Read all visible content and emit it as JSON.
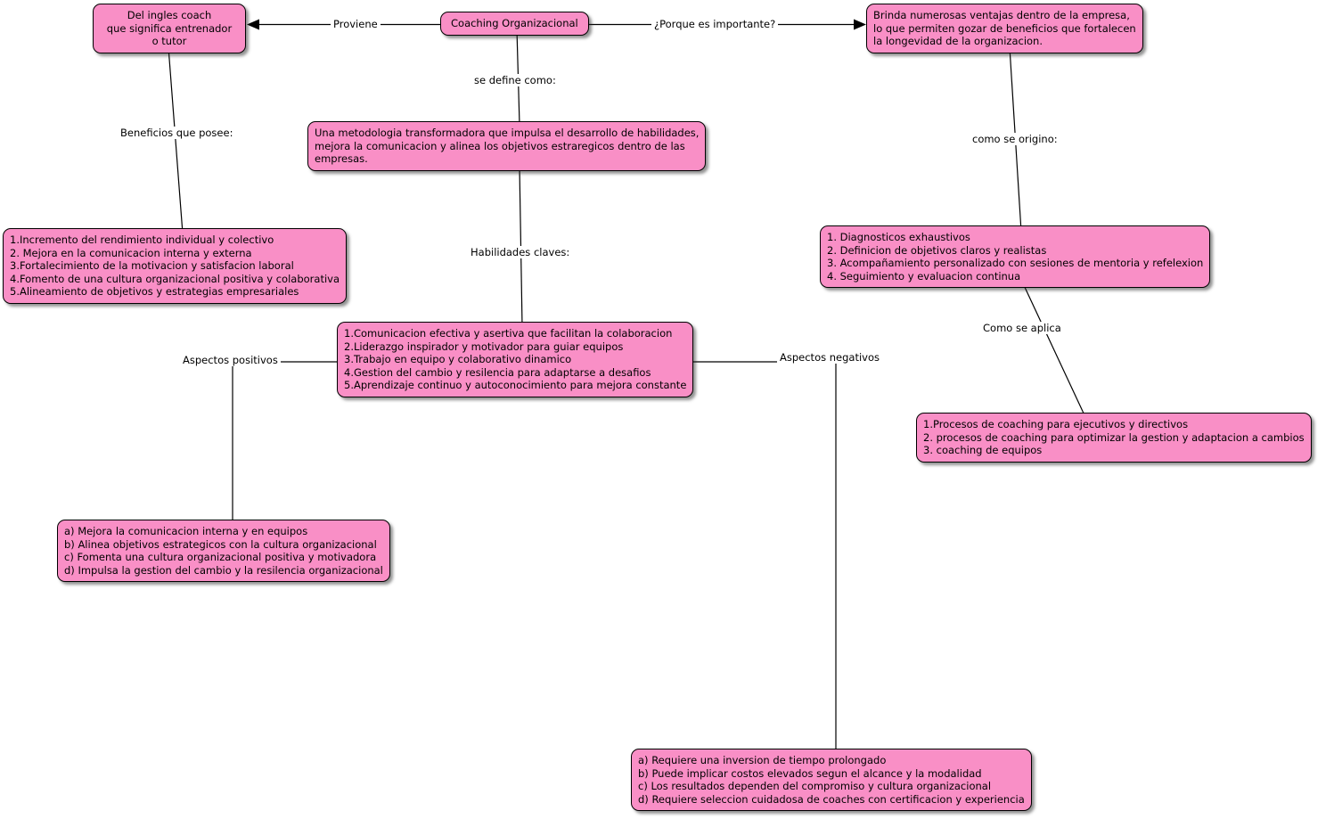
{
  "colors": {
    "canvas_bg": "#ffffff",
    "node_fill": "#f98fc6",
    "node_border": "#000000",
    "line": "#000000"
  },
  "nodes": {
    "root": {
      "text": "Coaching Organizacional"
    },
    "etymology": {
      "text": "Del ingles coach\nque significa entrenador\no tutor"
    },
    "importance": {
      "text": "Brinda numerosas ventajas dentro de la empresa,\nlo que permiten gozar de beneficios que fortalecen\nla longevidad de la organizacion."
    },
    "definition": {
      "text": "Una metodologia transformadora que impulsa el desarrollo de habilidades,\nmejora la comunicacion y alinea los objetivos estraregicos dentro de las\nempresas."
    },
    "benefits": {
      "text": "1.Incremento del rendimiento individual y colectivo\n2. Mejora en la comunicacion interna y externa\n3.Fortalecimiento de la motivacion y satisfacion laboral\n4.Fomento de una cultura organizacional positiva y colaborativa\n5.Alineamiento de objetivos y estrategias empresariales"
    },
    "origin_process": {
      "text": "1. Diagnosticos exhaustivos\n2. Definicion de objetivos claros y realistas\n3. Acompañamiento personalizado con sesiones de mentoria y refelexion\n4. Seguimiento y evaluacion continua"
    },
    "skills": {
      "text": "1.Comunicacion efectiva y asertiva que facilitan la colaboracion\n2.Liderazgo inspirador y motivador para guiar equipos\n3.Trabajo en equipo y colaborativo dinamico\n4.Gestion del cambio y resilencia para adaptarse a desafios\n5.Aprendizaje continuo y autoconocimiento para mejora constante"
    },
    "application": {
      "text": "1.Procesos de coaching para ejecutivos y directivos\n2. procesos de coaching para optimizar la gestion y adaptacion a cambios\n3. coaching de equipos"
    },
    "positive_aspects": {
      "text": "a) Mejora la comunicacion interna y en equipos\nb) Alinea objetivos estrategicos con la cultura organizacional\nc) Fomenta una cultura organizacional positiva y motivadora\nd) Impulsa la gestion del cambio y la resilencia organizacional"
    },
    "negative_aspects": {
      "text": "a) Requiere una inversion de tiempo prolongado\nb) Puede implicar costos elevados segun el alcance y la modalidad\nc) Los resultados dependen del compromiso y cultura organizacional\nd) Requiere seleccion cuidadosa de coaches con certificacion y experiencia"
    }
  },
  "edge_labels": {
    "proviene": "Proviene",
    "importante": "¿Porque es importante?",
    "define": "se define como:",
    "beneficios": "Beneficios que posee:",
    "origino": "como se origino:",
    "habilidades": "Habilidades claves:",
    "positivos": "Aspectos positivos",
    "negativos": "Aspectos negativos",
    "aplica": "Como se aplica"
  }
}
